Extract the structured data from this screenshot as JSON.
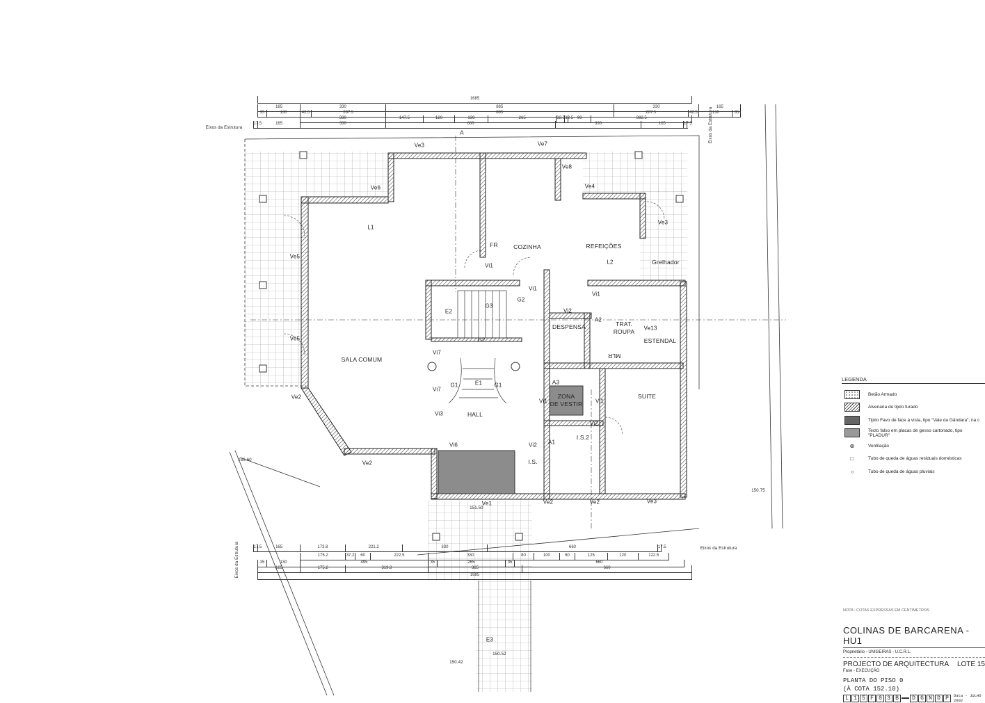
{
  "rooms": {
    "sala_comum": "SALA COMUM",
    "cozinha": "COZINHA",
    "refeicoes": "REFEIÇÕES",
    "hall": "HALL",
    "despensa": "DESPENSA",
    "trat_roupa_1": "TRAT.",
    "trat_roupa_2": "ROUPA",
    "estendal": "ESTENDAL",
    "suite": "SUITE",
    "zona_vestir_1": "ZONA",
    "zona_vestir_2": "DE VESTIR",
    "is2": "I.S.2",
    "is": "I.S.",
    "grelhador": "Grelhador",
    "fr": "FR",
    "mlr": "MLR"
  },
  "openings": [
    "Ve3",
    "Ve7",
    "Ve6",
    "Ve8",
    "Ve4",
    "Ve3",
    "Ve5",
    "Ve5",
    "Ve2",
    "Ve2",
    "Vi6",
    "Ve1",
    "Ve2",
    "Ve2",
    "Ve3",
    "Vi1",
    "Vi1",
    "Vi1",
    "Vi2",
    "Vi1",
    "Vi1",
    "Vi2",
    "Vi7",
    "Vi7",
    "Vi3",
    "Vi2",
    "Ve13"
  ],
  "elements": [
    "L1",
    "L2",
    "E1",
    "E2",
    "E3",
    "G1",
    "G1",
    "G2",
    "G2",
    "G3",
    "A1",
    "A2",
    "A3",
    "A"
  ],
  "axis_labels": {
    "left_top": "Eixos da Estrutura",
    "right_top": "Eixos da Estrutura",
    "left_bottom": "Eixos da Estrutura",
    "right_bottom": "Eixos da Estrutura"
  },
  "levels": [
    "150.60",
    "150.75",
    "150.42",
    "150.52",
    "151.50"
  ],
  "dimensions": {
    "top": [
      {
        "offset": 0,
        "values": [
          1685
        ]
      },
      {
        "offset": 0,
        "values": [
          165,
          330,
          885,
          330,
          165
        ]
      },
      {
        "offset": 0,
        "values": [
          35,
          130,
          42.5,
          287.5,
          885,
          287.5,
          42.5,
          130,
          35
        ]
      },
      {
        "offset": 165,
        "values": [
          330,
          147.5,
          120,
          130,
          265,
          32.5,
          12.5,
          90,
          392.5
        ]
      },
      {
        "offset": -17.5,
        "values": [
          17.5,
          165,
          330,
          660,
          330,
          165,
          17.5
        ]
      }
    ],
    "bottom": [
      {
        "offset": -17.5,
        "values": [
          17.5,
          165,
          173.8,
          221.2,
          330,
          660,
          17.5
        ]
      },
      {
        "offset": 165,
        "values": [
          175.2,
          37.2,
          60,
          222.5,
          330,
          80,
          100,
          60,
          125,
          120,
          122.5
        ]
      },
      {
        "offset": 0,
        "values": [
          35,
          130,
          495,
          35,
          265,
          35,
          660
        ]
      },
      {
        "offset": 0,
        "values": [
          165,
          175.2,
          319.8,
          365,
          660
        ]
      },
      {
        "offset": 0,
        "values": [
          1685
        ]
      }
    ]
  },
  "legend": {
    "title": "LEGENDA",
    "items": [
      {
        "label": "Betão Armado",
        "symbol": "dots"
      },
      {
        "label": "Alvenaria de tijolo furado",
        "symbol": "hatch"
      },
      {
        "label": "Tijolo Favo de face à vista, tipo \"Vale da Gândara\", na c",
        "symbol": "crosshatch"
      },
      {
        "label": "Tecto falso em placas de gesso cartonado, tipo \"PLADUR\"",
        "symbol": "grey"
      },
      {
        "label": "Ventilação",
        "symbol": "ventilation-icon"
      },
      {
        "label": "Tubo de queda de águas residuais domésticas",
        "symbol": "square-icon"
      },
      {
        "label": "Tubo de queda de águas pluviais",
        "symbol": "circle-icon"
      }
    ]
  },
  "title_block": {
    "note": "NOTA : COTAS EXPRESSAS EM CENTIMETROS",
    "title": "COLINAS DE BARCARENA - HU1",
    "owner": "Proprietário - UNIGEIRAS - U.C.R.L.",
    "project": "PROJECTO DE ARQUITECTURA",
    "lot": "LOTE 15",
    "phase": "Fase - EXECUÇÃO",
    "drawing_1": "PLANTA DO PISO 0",
    "drawing_2": "(À COTA 152.10)",
    "code": [
      "L",
      "1",
      "5",
      "F",
      "0",
      "3",
      "B",
      "",
      "D",
      "G",
      "N",
      "D",
      "P"
    ],
    "date": "Data - JULHO 2002"
  },
  "colors": {
    "ink": "#222222",
    "grey_fill": "#8c8c8c",
    "paper": "#ffffff"
  }
}
